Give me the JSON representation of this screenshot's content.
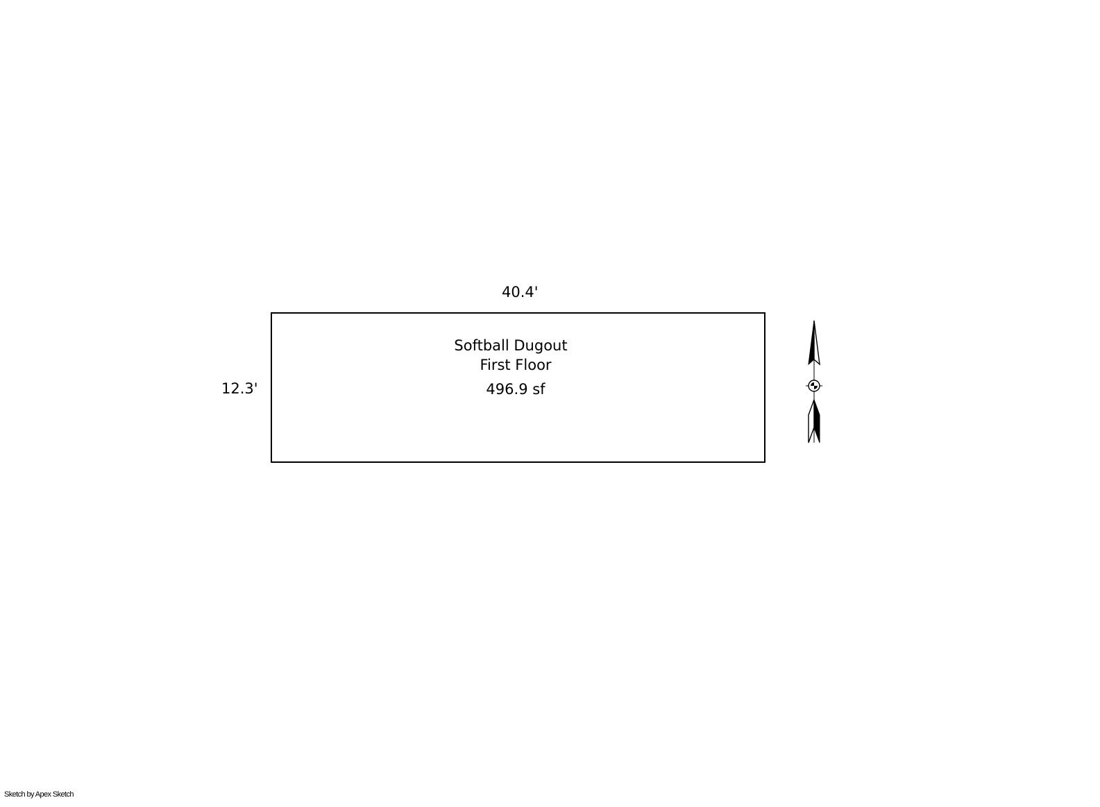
{
  "sketch": {
    "room": {
      "name": "Softball Dugout",
      "floor": "First Floor",
      "area": "496.9 sf"
    },
    "dimensions": {
      "top": "40.4'",
      "left": "12.3'"
    },
    "compass_icon": "north-arrow-icon"
  },
  "footer": {
    "credit": "Sketch by Apex Sketch"
  }
}
